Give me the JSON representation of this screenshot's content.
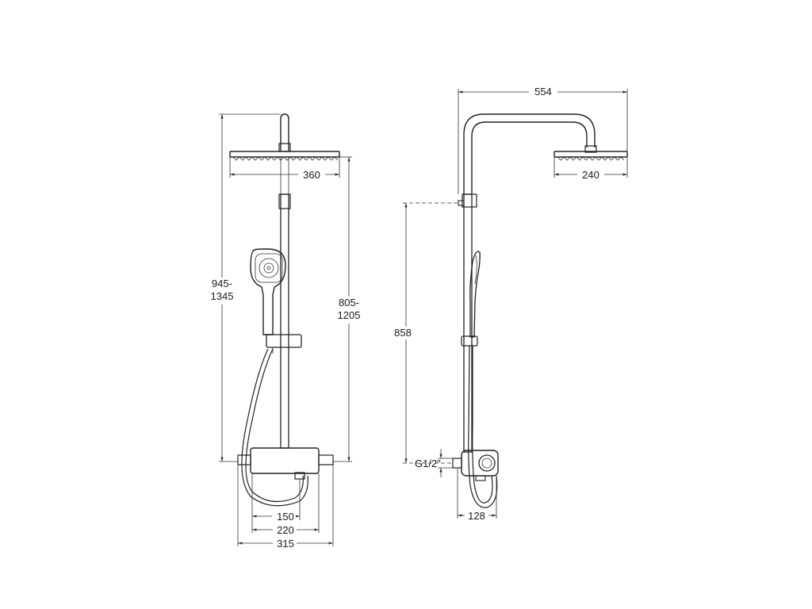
{
  "front_view": {
    "dims": {
      "overall_height_top": "945-",
      "overall_height_bottom": "1345",
      "bar_height_top": "805-",
      "bar_height_bottom": "1205",
      "head_width": "360",
      "spacing_150": "150",
      "spacing_220": "220",
      "width_315": "315"
    }
  },
  "side_view": {
    "dims": {
      "arm_reach": "554",
      "head_width": "240",
      "outlet_height": "858",
      "thread": "G1/2\"",
      "depth": "128"
    }
  }
}
